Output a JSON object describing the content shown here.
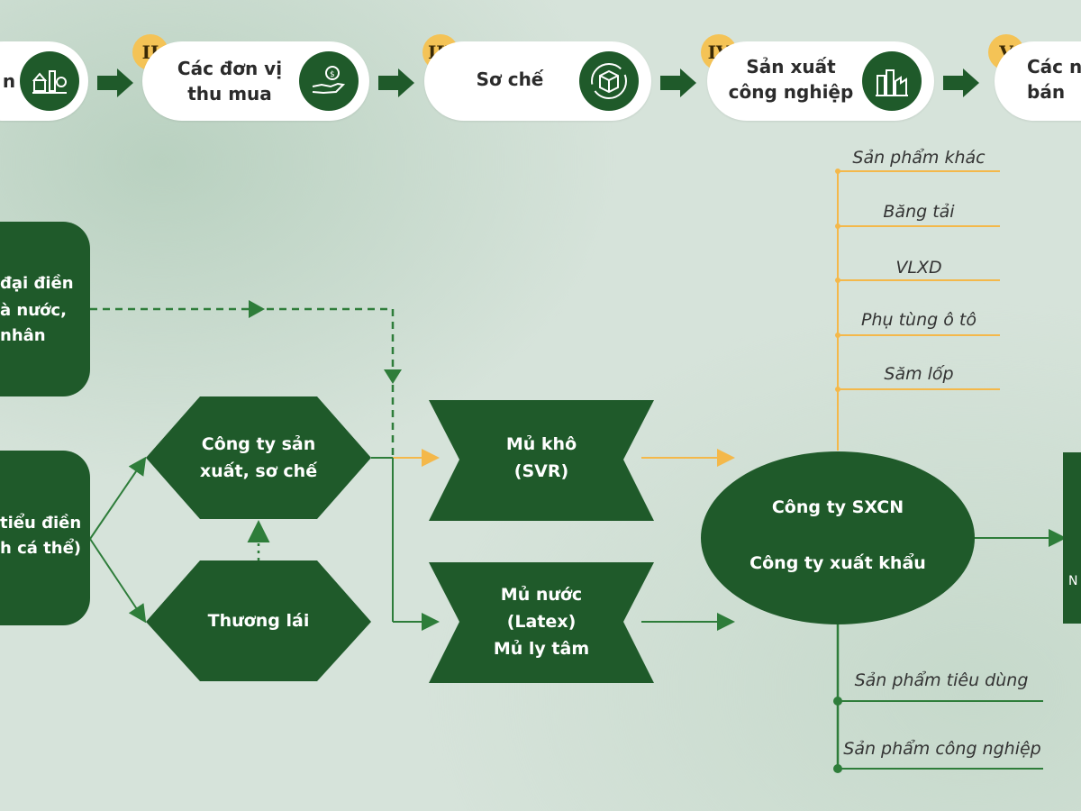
{
  "stages": [
    {
      "numeral": "",
      "label": "n",
      "icon": "farm-icon"
    },
    {
      "numeral": "II",
      "label": "Các đơn vị thu mua",
      "icon": "hand-coin-icon"
    },
    {
      "numeral": "III",
      "label": "Sơ chế",
      "icon": "package-icon"
    },
    {
      "numeral": "IV",
      "label": "Sản xuất công nghiệp",
      "icon": "factory-icon"
    },
    {
      "numeral": "V",
      "label": "Các n bán",
      "icon": ""
    }
  ],
  "left_boxes": {
    "top": [
      "đại điền",
      "à nước,",
      "nhân"
    ],
    "bottom": [
      "tiểu điền",
      "h cá thể)"
    ]
  },
  "nodes": {
    "processor": "Công ty sản xuất, sơ chế",
    "trader": "Thương lái",
    "dry_rubber": "Mủ khô (SVR)",
    "latex_1": "Mủ nước",
    "latex_2": "(Latex)",
    "latex_3": "Mủ ly tâm",
    "company_1": "Công ty SXCN",
    "company_2": "Công ty xuất khẩu",
    "right_cut": "N"
  },
  "outputs_top": [
    "Sản phẩm khác",
    "Băng tải",
    "VLXD",
    "Phụ tùng ô tô",
    "Săm lốp"
  ],
  "outputs_bottom": [
    "Sản phẩm tiêu dùng",
    "Sản phẩm công nghiệp"
  ],
  "colors": {
    "dark_green": "#1f5a2a",
    "arrow_green": "#2e7d3a",
    "orange": "#f4c356",
    "badge": "#f4c356"
  }
}
